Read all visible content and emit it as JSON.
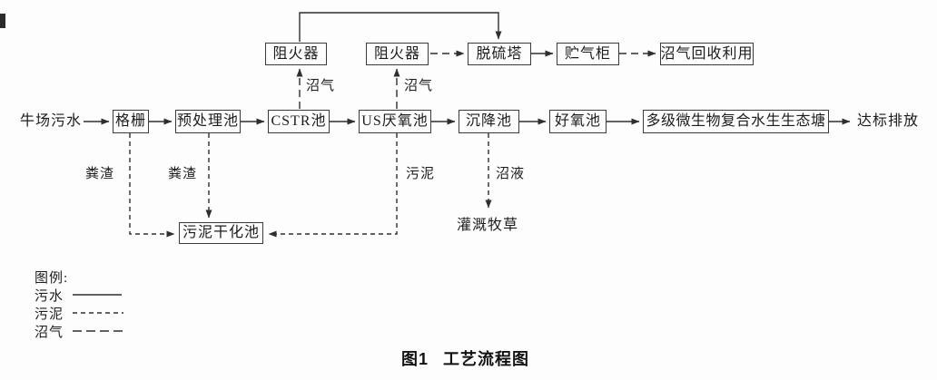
{
  "nodes": {
    "source": "牛场污水",
    "grid": "格栅",
    "pretreatment": "预处理池",
    "cstr": "CSTR池",
    "us_anaerobic": "US厌氧池",
    "settling": "沉降池",
    "aerobic": "好氧池",
    "eco_pond": "多级微生物复合水生生态塘",
    "discharge": "达标排放",
    "flame_arrester_1": "阻火器",
    "flame_arrester_2": "阻火器",
    "desulfurization": "脱硫塔",
    "gas_holder": "贮气柜",
    "biogas_recovery": "沼气回收利用",
    "sludge_drying": "污泥干化池",
    "irrigation": "灌溉牧草"
  },
  "edge_labels": {
    "biogas_1": "沼气",
    "biogas_2": "沼气",
    "manure_1": "粪渣",
    "manure_2": "粪渣",
    "sludge": "污泥",
    "slurry": "沼液"
  },
  "legend": {
    "title": "图例:",
    "items": [
      {
        "label": "污水",
        "line_style": "solid"
      },
      {
        "label": "污泥",
        "line_style": "dashed-short"
      },
      {
        "label": "沼气",
        "line_style": "dashed-long"
      }
    ]
  },
  "caption": {
    "number": "图1",
    "title": "工艺流程图"
  },
  "colors": {
    "line": "#2f2f2f",
    "text": "#1c1c1c",
    "background": "#fdfdfd"
  }
}
